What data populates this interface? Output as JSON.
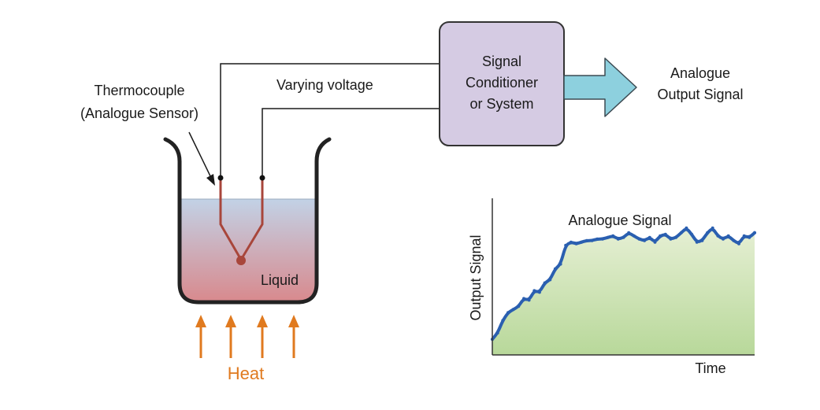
{
  "labels": {
    "sensor_line1": "Thermocouple",
    "sensor_line2": "(Analogue Sensor)",
    "voltage": "Varying voltage",
    "conditioner_line1": "Signal",
    "conditioner_line2": "Conditioner",
    "conditioner_line3": "or System",
    "output_line1": "Analogue",
    "output_line2": "Output Signal",
    "liquid": "Liquid",
    "heat": "Heat"
  },
  "colors": {
    "wire": "#1a1a1a",
    "thermocouple": "#a8463b",
    "conditioner_fill": "#d5cbe3",
    "output_arrow": "#8dd0de",
    "heat": "#e07a1f",
    "liquid_top": "#c2d2e6",
    "liquid_bottom": "#d88a8e",
    "signal_line": "#2a5fb0",
    "signal_fill_top": "#e5efd3",
    "signal_fill_bottom": "#b8d89a"
  },
  "chart_data": {
    "type": "area",
    "title": "Analogue Signal",
    "xlabel": "Time",
    "ylabel": "Output Signal",
    "grid": false,
    "legend": "none",
    "x": [
      0,
      2,
      4,
      6,
      8,
      10,
      12,
      14,
      16,
      18,
      20,
      22,
      24,
      26,
      28,
      30,
      32,
      34,
      36,
      38,
      40,
      42,
      44,
      46,
      48,
      50,
      52,
      54,
      56,
      58,
      60,
      62,
      64,
      66,
      68,
      70,
      72,
      74,
      76,
      78,
      80,
      82,
      84,
      86,
      88,
      90,
      92,
      94,
      96,
      98,
      100
    ],
    "y": [
      10,
      14,
      22,
      27,
      29,
      31,
      36,
      35,
      41,
      40,
      46,
      48,
      55,
      58,
      70,
      72,
      71,
      72,
      73,
      73,
      74,
      74,
      75,
      76,
      74,
      75,
      78,
      76,
      74,
      73,
      75,
      72,
      76,
      77,
      74,
      75,
      78,
      81,
      77,
      72,
      73,
      78,
      81,
      76,
      74,
      76,
      73,
      71,
      76,
      75,
      78
    ],
    "xlim": [
      0,
      100
    ],
    "ylim": [
      0,
      100
    ]
  }
}
